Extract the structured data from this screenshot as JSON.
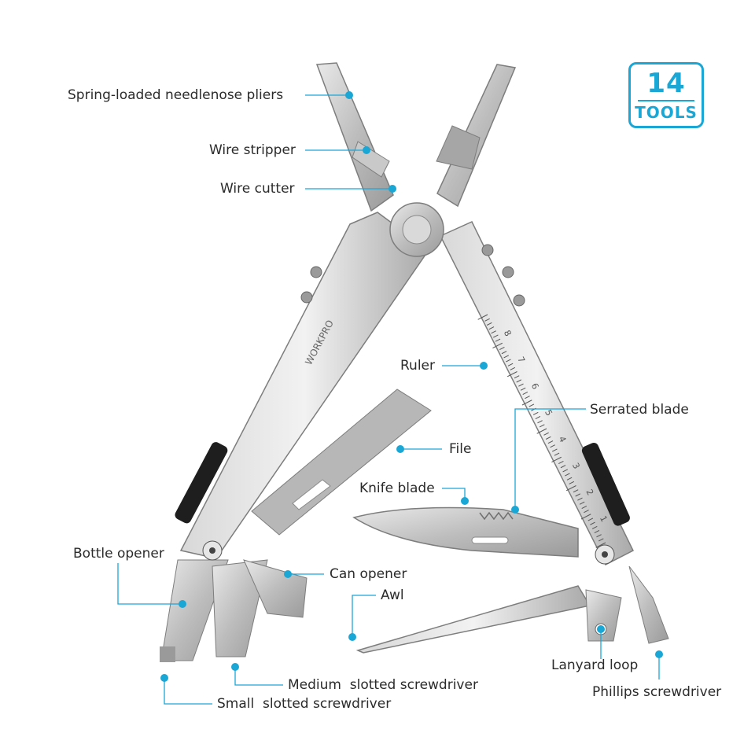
{
  "badge": {
    "number": "14",
    "word": "TOOLS",
    "color": "#1aa7d6"
  },
  "accent_color": "#1aa7d6",
  "brand_engraving": "WORKPRO",
  "ruler_marks": [
    "1",
    "2",
    "3",
    "4",
    "5",
    "6",
    "7",
    "8"
  ],
  "callouts": [
    {
      "id": "needlenose",
      "text": "Spring-loaded needlenose pliers"
    },
    {
      "id": "wire-stripper",
      "text": "Wire stripper"
    },
    {
      "id": "wire-cutter",
      "text": "Wire cutter"
    },
    {
      "id": "ruler",
      "text": "Ruler"
    },
    {
      "id": "serrated-blade",
      "text": "Serrated blade"
    },
    {
      "id": "file",
      "text": "File"
    },
    {
      "id": "knife-blade",
      "text": "Knife blade"
    },
    {
      "id": "bottle-opener",
      "text": "Bottle opener"
    },
    {
      "id": "can-opener",
      "text": "Can opener"
    },
    {
      "id": "awl",
      "text": "Awl"
    },
    {
      "id": "lanyard-loop",
      "text": "Lanyard loop"
    },
    {
      "id": "medium-screwdriver",
      "text": "Medium  slotted screwdriver"
    },
    {
      "id": "phillips-screwdriver",
      "text": "Phillips screwdriver"
    },
    {
      "id": "small-screwdriver",
      "text": "Small  slotted screwdriver"
    }
  ]
}
